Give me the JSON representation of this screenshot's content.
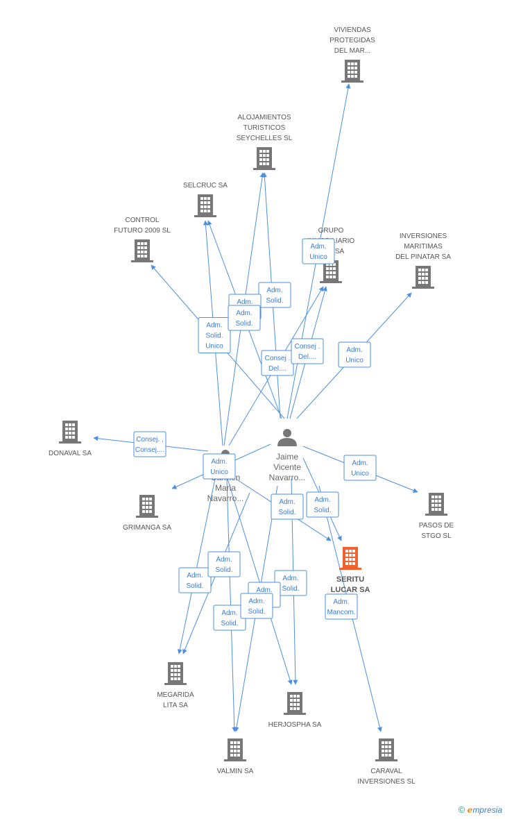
{
  "colors": {
    "edge": "#4a8fe0",
    "company": "#777777",
    "focus_company": "#f26130",
    "person": "#777777"
  },
  "persons": [
    {
      "id": "jaime",
      "lines": [
        "Jaime",
        "Vicente",
        "Navarro..."
      ]
    },
    {
      "id": "carmen",
      "lines": [
        "Carmen",
        "Maria",
        "Navarro..."
      ]
    }
  ],
  "companies": [
    {
      "id": "viviendas",
      "lines": [
        "VIVIENDAS",
        "PROTEGIDAS",
        "DEL MAR..."
      ],
      "icon": "building-icon"
    },
    {
      "id": "alojamientos",
      "lines": [
        "ALOJAMIENTOS",
        "TURISTICOS",
        "SEYCHELLES SL"
      ],
      "icon": "building-icon"
    },
    {
      "id": "selcruc",
      "lines": [
        "SELCRUC SA"
      ],
      "icon": "building-icon"
    },
    {
      "id": "control",
      "lines": [
        "CONTROL",
        "FUTURO 2009 SL"
      ],
      "icon": "building-icon"
    },
    {
      "id": "grupo",
      "lines": [
        "GRUPO",
        "INMOBILIARIO",
        "...GA SA"
      ],
      "icon": "building-icon"
    },
    {
      "id": "inversiones",
      "lines": [
        "INVERSIONES",
        "MARITIMAS",
        "DEL PINATAR SA"
      ],
      "icon": "building-icon"
    },
    {
      "id": "donaval",
      "lines": [
        "DONAVAL SA"
      ],
      "icon": "building-icon"
    },
    {
      "id": "grimanga",
      "lines": [
        "GRIMANGA SA"
      ],
      "icon": "building-icon"
    },
    {
      "id": "pasos",
      "lines": [
        "PASOS DE",
        "STGO SL"
      ],
      "icon": "building-icon"
    },
    {
      "id": "seritu",
      "lines": [
        "SERITU",
        "LUCAR SA"
      ],
      "icon": "building-icon",
      "focus": true
    },
    {
      "id": "megarida",
      "lines": [
        "MEGARIDA",
        "LITA SA"
      ],
      "icon": "building-icon"
    },
    {
      "id": "herjospha",
      "lines": [
        "HERJOSPHA SA"
      ],
      "icon": "building-icon"
    },
    {
      "id": "valmin",
      "lines": [
        "VALMIN SA"
      ],
      "icon": "building-icon"
    },
    {
      "id": "caraval",
      "lines": [
        "CARAVAL",
        "INVERSIONES SL"
      ],
      "icon": "building-icon"
    }
  ],
  "edges": [
    {
      "from": "jaime",
      "to": "viviendas"
    },
    {
      "from": "jaime",
      "to": "alojamientos"
    },
    {
      "from": "carmen",
      "to": "alojamientos"
    },
    {
      "from": "jaime",
      "to": "selcruc"
    },
    {
      "from": "carmen",
      "to": "selcruc"
    },
    {
      "from": "jaime",
      "to": "control"
    },
    {
      "from": "jaime",
      "to": "grupo"
    },
    {
      "from": "carmen",
      "to": "grupo"
    },
    {
      "from": "jaime",
      "to": "inversiones"
    },
    {
      "from": "carmen",
      "to": "donaval"
    },
    {
      "from": "jaime",
      "to": "grimanga"
    },
    {
      "from": "jaime",
      "to": "pasos"
    },
    {
      "from": "jaime",
      "to": "seritu"
    },
    {
      "from": "carmen",
      "to": "seritu"
    },
    {
      "from": "carmen",
      "to": "megarida"
    },
    {
      "from": "jaime",
      "to": "megarida"
    },
    {
      "from": "carmen",
      "to": "herjospha"
    },
    {
      "from": "jaime",
      "to": "herjospha"
    },
    {
      "from": "carmen",
      "to": "valmin"
    },
    {
      "from": "jaime",
      "to": "valmin"
    },
    {
      "from": "jaime",
      "to": "caraval"
    }
  ],
  "edge_labels": [
    {
      "lines": [
        "Adm.",
        "Unico"
      ]
    },
    {
      "lines": [
        "Adm.",
        "Solid."
      ]
    },
    {
      "lines": [
        "Adm.",
        "Solid."
      ]
    },
    {
      "lines": [
        "Adm.",
        "Solid.",
        "Unico"
      ]
    },
    {
      "lines": [
        "Adm.",
        "Solid."
      ]
    },
    {
      "lines": [
        "Consej .",
        "Del...."
      ]
    },
    {
      "lines": [
        "Consej .",
        "Del...."
      ]
    },
    {
      "lines": [
        "Adm.",
        "Unico"
      ]
    },
    {
      "lines": [
        "Consej. ,",
        "Consej...."
      ]
    },
    {
      "lines": [
        "Adm.",
        "Unico"
      ]
    },
    {
      "lines": [
        "Adm.",
        "Unico"
      ]
    },
    {
      "lines": [
        "Adm.",
        "Solid."
      ]
    },
    {
      "lines": [
        "Adm.",
        "Solid."
      ]
    },
    {
      "lines": [
        "Adm.",
        "Solid."
      ]
    },
    {
      "lines": [
        "Adm.",
        "Solid."
      ]
    },
    {
      "lines": [
        "Adm.",
        "Solid."
      ]
    },
    {
      "lines": [
        "Adm.",
        "Solid."
      ]
    },
    {
      "lines": [
        "Adm.",
        "Solid."
      ]
    },
    {
      "lines": [
        "Adm.",
        "Solid."
      ]
    },
    {
      "lines": [
        "Adm.",
        "Mancom."
      ]
    }
  ],
  "footer": {
    "copyright_symbol": "©",
    "brand_initial": "e",
    "brand_rest": "mpresia"
  }
}
